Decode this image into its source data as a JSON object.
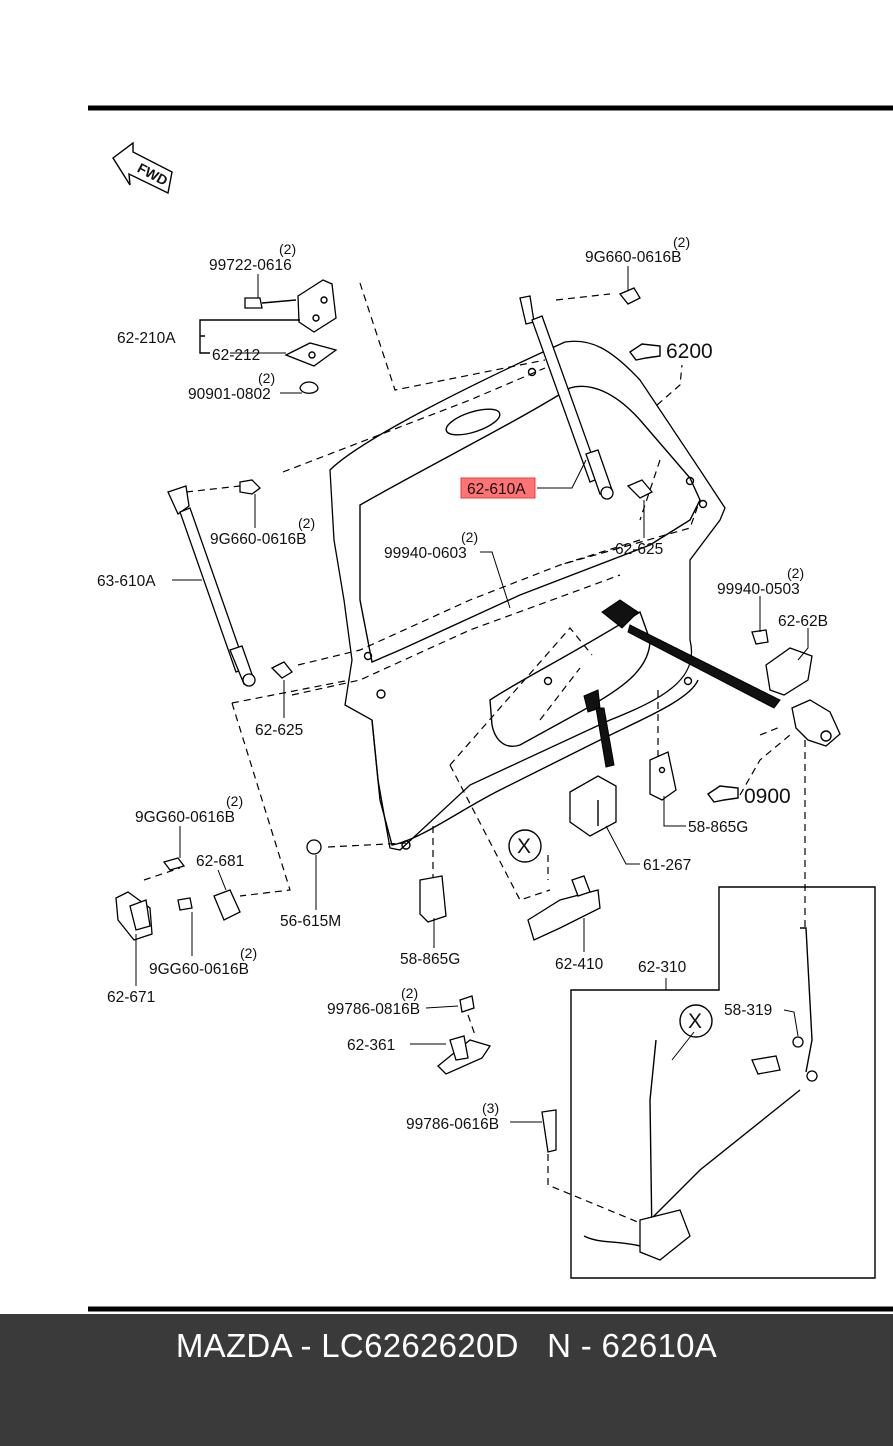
{
  "diagram": {
    "direction_badge": "FWD",
    "highlight_part": "62-610A",
    "refs": {
      "r6200": "6200",
      "r0900": "0900"
    },
    "labels": {
      "p99722": "99722-0616",
      "q99722": "(2)",
      "p62210A": "62-210A",
      "p62212": "62-212",
      "p90901": "90901-0802",
      "q90901": "(2)",
      "p9G660a": "9G660-0616B",
      "q9G660a": "(2)",
      "p63610A": "63-610A",
      "p9G660b": "9G660-0616B",
      "q9G660b": "(2)",
      "p62610A": "62-610A",
      "p62625a": "62-625",
      "p99940a": "99940-0603",
      "q99940a": "(2)",
      "p99940b": "99940-0503",
      "q99940b": "(2)",
      "p62628": "62-62B",
      "p62625b": "62-625",
      "p9GG60a": "9GG60-0616B",
      "q9GG60a": "(2)",
      "p62681": "62-681",
      "p9GG60b": "9GG60-0616B",
      "q9GG60b": "(2)",
      "p62671": "62-671",
      "p56615M": "56-615M",
      "p58865Ga": "58-865G",
      "p58865Gb": "58-865G",
      "p61267": "61-267",
      "p62410": "62-410",
      "p62310": "62-310",
      "p58319": "58-319",
      "p99786a": "99786-0816B",
      "q99786a": "(2)",
      "p62361": "62-361",
      "p99786b": "99786-0616B",
      "q99786b": "(3)",
      "markX1": "X",
      "markX2": "X"
    }
  },
  "footer": {
    "text": "MAZDA - LC6262620D   N - 62610A"
  }
}
